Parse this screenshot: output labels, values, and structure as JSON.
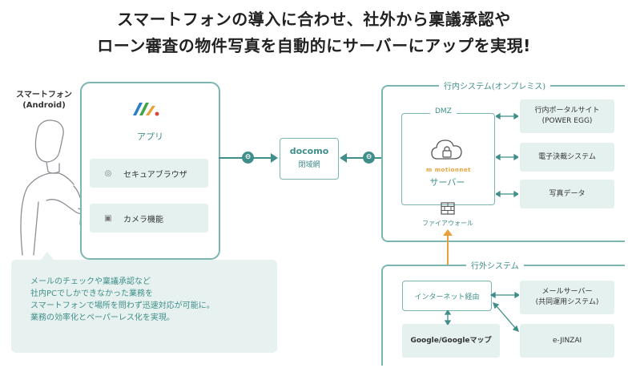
{
  "title": {
    "line1": "スマートフォンの導入に合わせ、社外から稟議承認や",
    "line2": "ローン審査の物件写真を自動的にサーバーにアップを実現!"
  },
  "user": {
    "label_line1": "スマートフォン",
    "label_line2": "(Android)"
  },
  "phone": {
    "app_label": "アプリ",
    "features": [
      {
        "label": "セキュアブラウザ",
        "icon": "shield-icon"
      },
      {
        "label": "カメラ機能",
        "icon": "camera-icon"
      }
    ]
  },
  "bubble": {
    "lines": [
      "メールのチェックや稟議承認など",
      "社内PCでしかできなかった業務を",
      "スマートフォンで場所を問わず迅速対応が可能に。",
      "業務の効率化とペーパーレス化を実現。"
    ]
  },
  "network": {
    "line1": "docomo",
    "line2": "閉域網"
  },
  "internal_system": {
    "label": "行内システム(オンプレミス)",
    "dmz_label": "DMZ",
    "server_brand": "m motionnet",
    "server_label": "サーバー",
    "firewall_label": "ファイアウォール",
    "boxes": [
      {
        "line1": "行内ポータルサイト",
        "line2": "(POWER EGG)"
      },
      {
        "line1": "電子決裁システム",
        "line2": ""
      },
      {
        "line1": "写真データ",
        "line2": ""
      }
    ]
  },
  "external_system": {
    "label": "行外システム",
    "internet_route": "インターネット経由",
    "mail_server": {
      "line1": "メールサーバー",
      "line2": "(共同運用システム)"
    },
    "google": "Google/Googleマップ",
    "ejinzai": "e-JINZAI"
  },
  "colors": {
    "teal": "#3f8e8a",
    "teal_light": "#e5f1ef",
    "border": "#7bb6b0",
    "orange": "#e8a13a"
  }
}
